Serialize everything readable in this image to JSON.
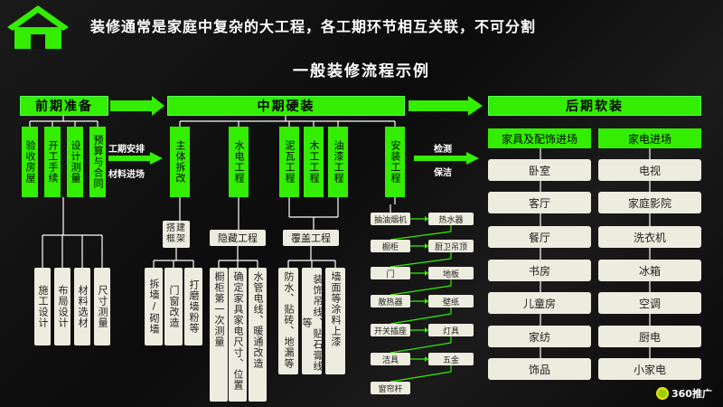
{
  "banner": "装修通常是家庭中复杂的大工程，各工期环节相互关联，不可分割",
  "subtitle": "一般装修流程示例",
  "phase1": {
    "title": "前期准备",
    "steps": [
      "验收房屋",
      "开工手续",
      "设计测量",
      "预算与合同"
    ],
    "details": [
      "施工设计",
      "布局设计",
      "材料选材",
      "尺寸测量"
    ]
  },
  "mid_left": {
    "line1": "工期安排",
    "line2": "材料进场"
  },
  "phase2": {
    "title": "中期硬装",
    "steps": [
      "主体拆改",
      "水电工程",
      "泥瓦工程",
      "木工工程",
      "油漆工程",
      "安装工程"
    ],
    "sub_chaigai": "搭建框架",
    "chaigai_details": [
      "拆墙/砌墙",
      "门窗改造",
      "打磨墙粉等"
    ],
    "sub_shuidian": "隐藏工程",
    "shuidian_details": [
      "橱柜第一次测量",
      "确定家具家电尺寸、位置",
      "水管电线、暖通改造"
    ],
    "sub_fugai": "覆盖工程",
    "fugai_details": [
      "防水、贴砖、地漏等",
      "装饰吊线、贴石膏线等",
      "墙面等涂料上漆"
    ],
    "install_left": [
      "抽油烟机",
      "橱柜",
      "门",
      "散热器",
      "开关插座",
      "洁具",
      "窗帘杆"
    ],
    "install_right": [
      "热水器",
      "厨卫吊顶",
      "地板",
      "壁纸",
      "灯具",
      "五金"
    ]
  },
  "right_arrow": {
    "line1": "检测",
    "line2": "保洁"
  },
  "phase3": {
    "title": "后期软装",
    "col1_header": "家具及配饰进场",
    "col2_header": "家电进场",
    "col1": [
      "卧室",
      "客厅",
      "餐厅",
      "书房",
      "儿童房",
      "家纺",
      "饰品"
    ],
    "col2": [
      "电视",
      "家庭影院",
      "洗衣机",
      "冰箱",
      "空调",
      "厨电",
      "小家电"
    ]
  },
  "watermark": "360推广",
  "colors": {
    "accent": "#33ee00",
    "box_light": "#ececdf",
    "background": "#111111"
  }
}
